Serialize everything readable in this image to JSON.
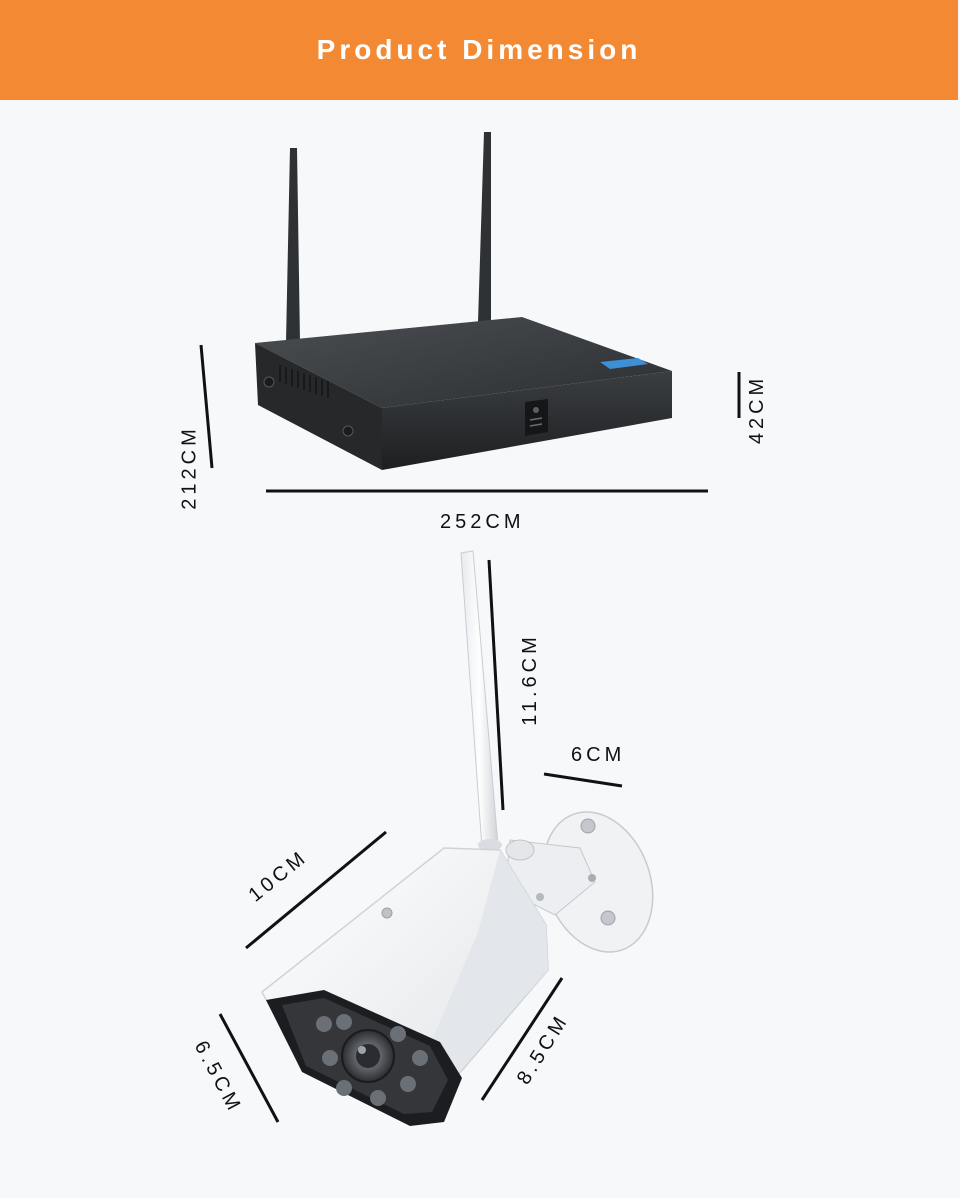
{
  "header": {
    "title": "Product Dimension",
    "background": "#f38a33"
  },
  "nvr": {
    "height_label": "212CM",
    "width_label": "252CM",
    "depth_label": "42CM"
  },
  "camera": {
    "antenna_label": "11.6CM",
    "mount_label": "6CM",
    "body_length_label": "10CM",
    "lens_label": "6.5CM",
    "body_height_label": "8.5CM"
  }
}
